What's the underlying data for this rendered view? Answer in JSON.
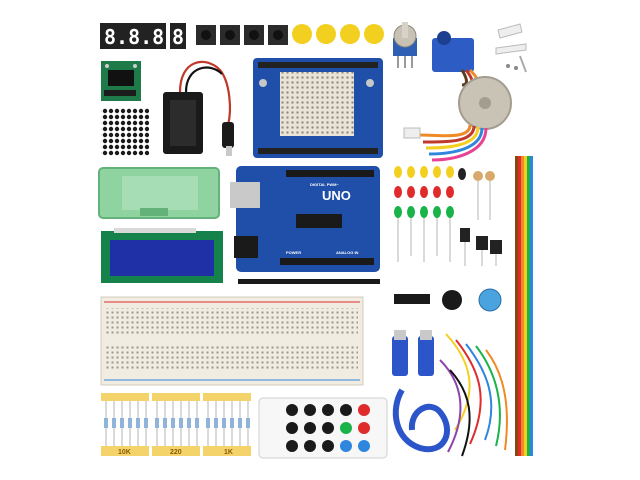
{
  "board": {
    "logo": "UNO",
    "silkscreen": [
      "DIGITAL PWM~",
      "POWER",
      "ANALOG IN"
    ]
  },
  "display": {
    "segments_4digit": "8.8.8.8.",
    "segments_1digit": "8"
  },
  "resistor_strips": [
    {
      "label": "10K"
    },
    {
      "label": "220"
    },
    {
      "label": "1K"
    }
  ],
  "colors": {
    "arduino_blue": "#1f4fa8",
    "breadboard": "#f1ece1",
    "case_green": "#8fd3a0",
    "lcd_blue": "#1f2fa6",
    "usb_cable": "#2c55c9",
    "button_yellow": "#f3d020",
    "strip_yellow": "#f5d36b"
  },
  "icons": [
    "arduino-uno-board",
    "prototype-shield",
    "breadboard",
    "lcd-1602-module",
    "led-matrix-8x8",
    "7-segment-display",
    "tactile-buttons",
    "servo-motor",
    "stepper-motor",
    "potentiometer",
    "battery-holder",
    "usb-cable",
    "jumper-wires",
    "ir-remote",
    "leds",
    "resistors"
  ]
}
